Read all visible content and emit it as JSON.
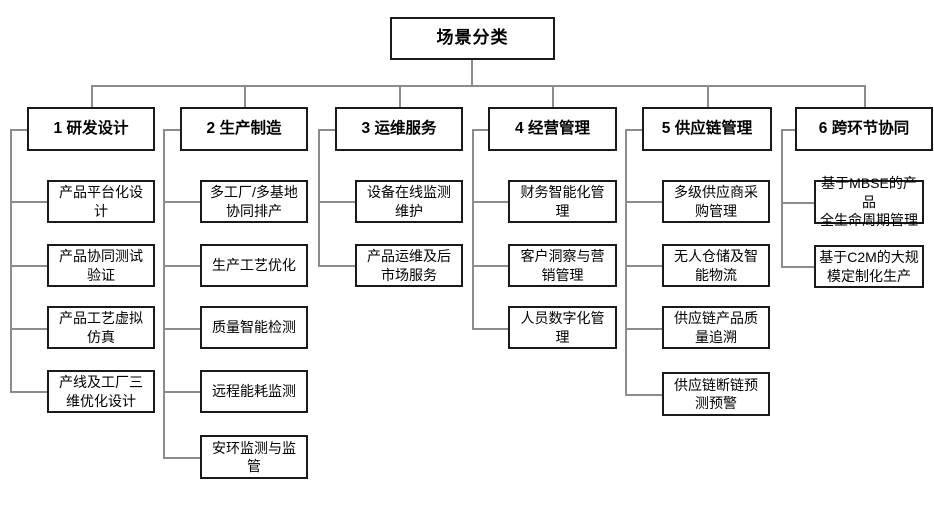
{
  "diagram": {
    "root": {
      "label": "场景分类"
    },
    "columns": [
      {
        "label": "1 研发设计",
        "children": [
          "产品平台化设\n计",
          "产品协同测试\n验证",
          "产品工艺虚拟\n仿真",
          "产线及工厂三\n维优化设计"
        ]
      },
      {
        "label": "2 生产制造",
        "children": [
          "多工厂/多基地\n协同排产",
          "生产工艺优化",
          "质量智能检测",
          "远程能耗监测",
          "安环监测与监\n管"
        ]
      },
      {
        "label": "3 运维服务",
        "children": [
          "设备在线监测\n维护",
          "产品运维及后\n市场服务"
        ]
      },
      {
        "label": "4 经营管理",
        "children": [
          "财务智能化管\n理",
          "客户洞察与营\n销管理",
          "人员数字化管\n理"
        ]
      },
      {
        "label": "5 供应链管理",
        "children": [
          "多级供应商采\n购管理",
          "无人仓储及智\n能物流",
          "供应链产品质\n量追溯",
          "供应链断链预\n测预警"
        ]
      },
      {
        "label": "6 跨环节协同",
        "children": [
          "基于MBSE的产品\n全生命周期管理",
          "基于C2M的大规\n模定制化生产"
        ]
      }
    ],
    "colors": {
      "box_border": "#1a1a1a",
      "connector": "#8c8c8c",
      "background": "#ffffff",
      "text": "#000000"
    }
  }
}
